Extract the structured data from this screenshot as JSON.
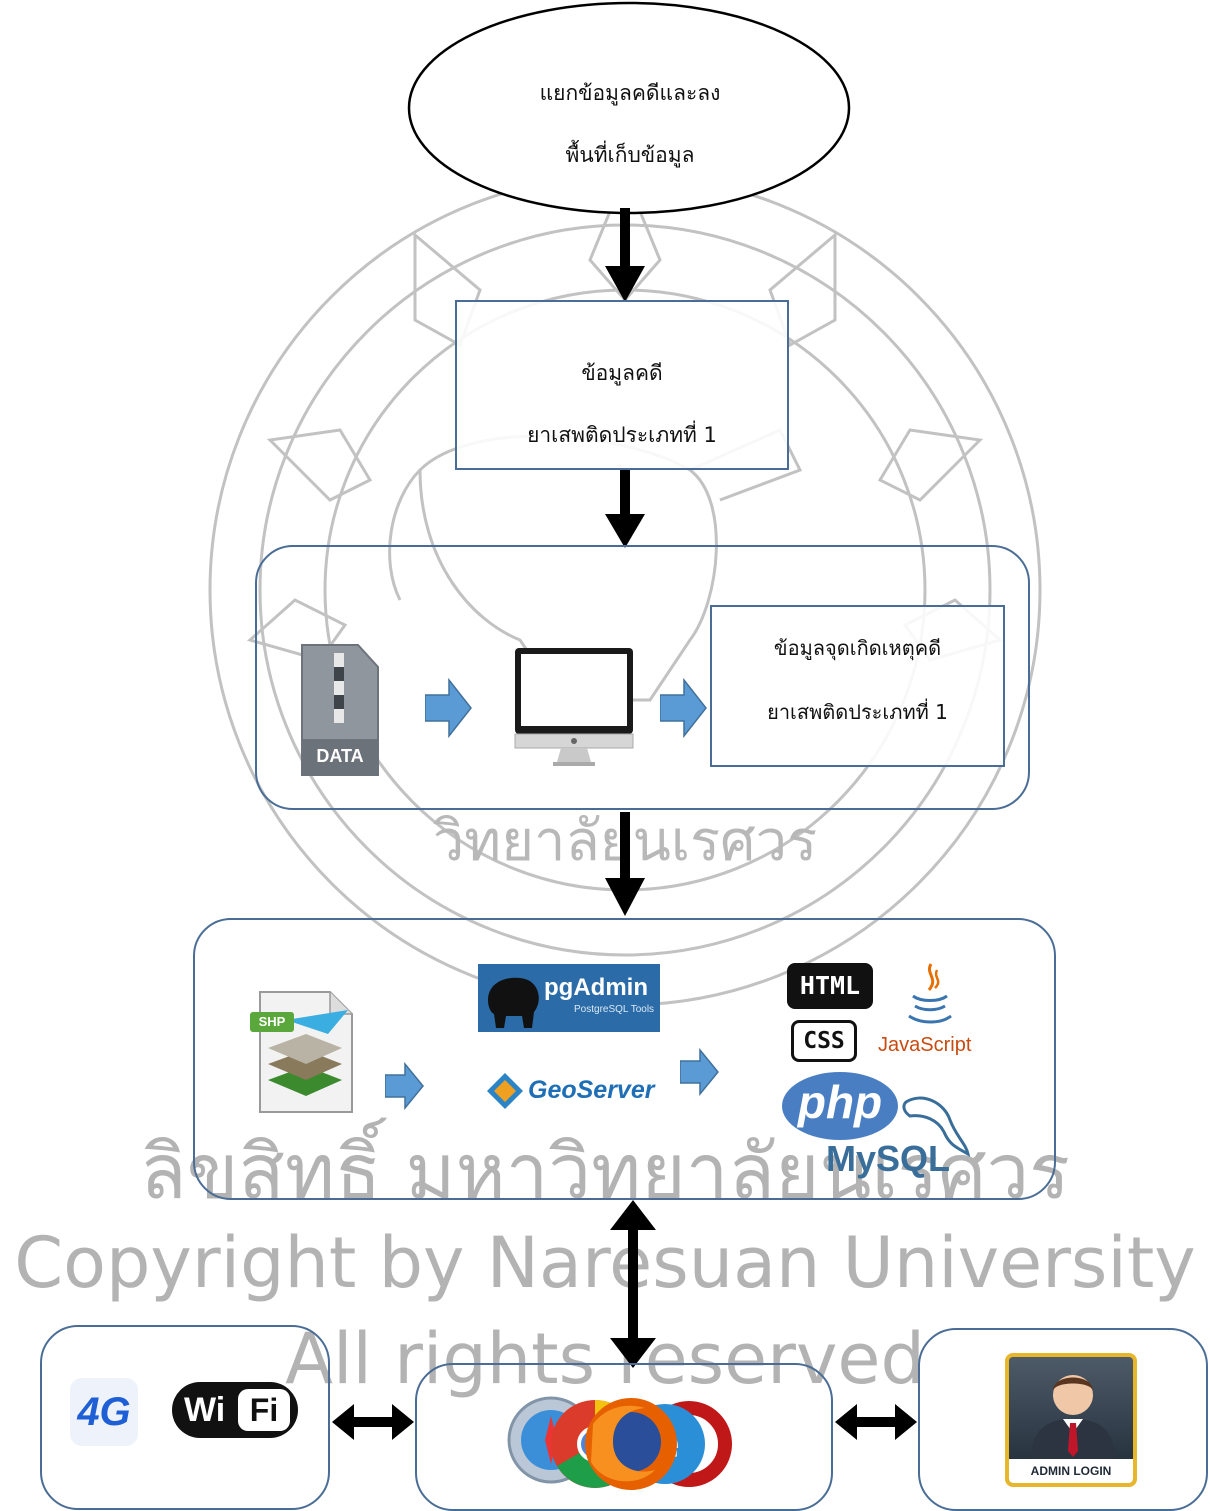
{
  "start": {
    "line1": "แยกข้อมูลคดีและลง",
    "line2": "พื้นที่เก็บข้อมูล"
  },
  "case_box": {
    "line1": "ข้อมูลคดี",
    "line2": "ยาเสพติดประเภทที่ 1"
  },
  "location_box": {
    "line1": "ข้อมูลจุดเกิดเหตุคดี",
    "line2": "ยาเสพติดประเภทที่ 1"
  },
  "icons": {
    "data_file": "DATA",
    "shp": "SHP",
    "pgadmin": "pgAdmin",
    "pgadmin_sub": "PostgreSQL Tools",
    "geoserver": "GeoServer",
    "html": "HTML",
    "css": "CSS",
    "javascript": "JavaScript",
    "php": "php",
    "mysql": "MySQL",
    "g4": "4G",
    "wifi_left": "Wi",
    "wifi_right": "Fi",
    "admin": "ADMIN LOGIN"
  },
  "watermark": {
    "thai": "ลิขสิทธิ์ มหาวิทยาลัยนเรศวร",
    "copyright": "Copyright by Naresuan University",
    "rights": "All rights reserved",
    "seal_text": "วิทยาลัยนเรศวร"
  },
  "colors": {
    "border": "#4a6d96",
    "arrow_blue": "#5b9bd5",
    "arrow_black": "#000000",
    "watermark": "#b3b3b3"
  }
}
